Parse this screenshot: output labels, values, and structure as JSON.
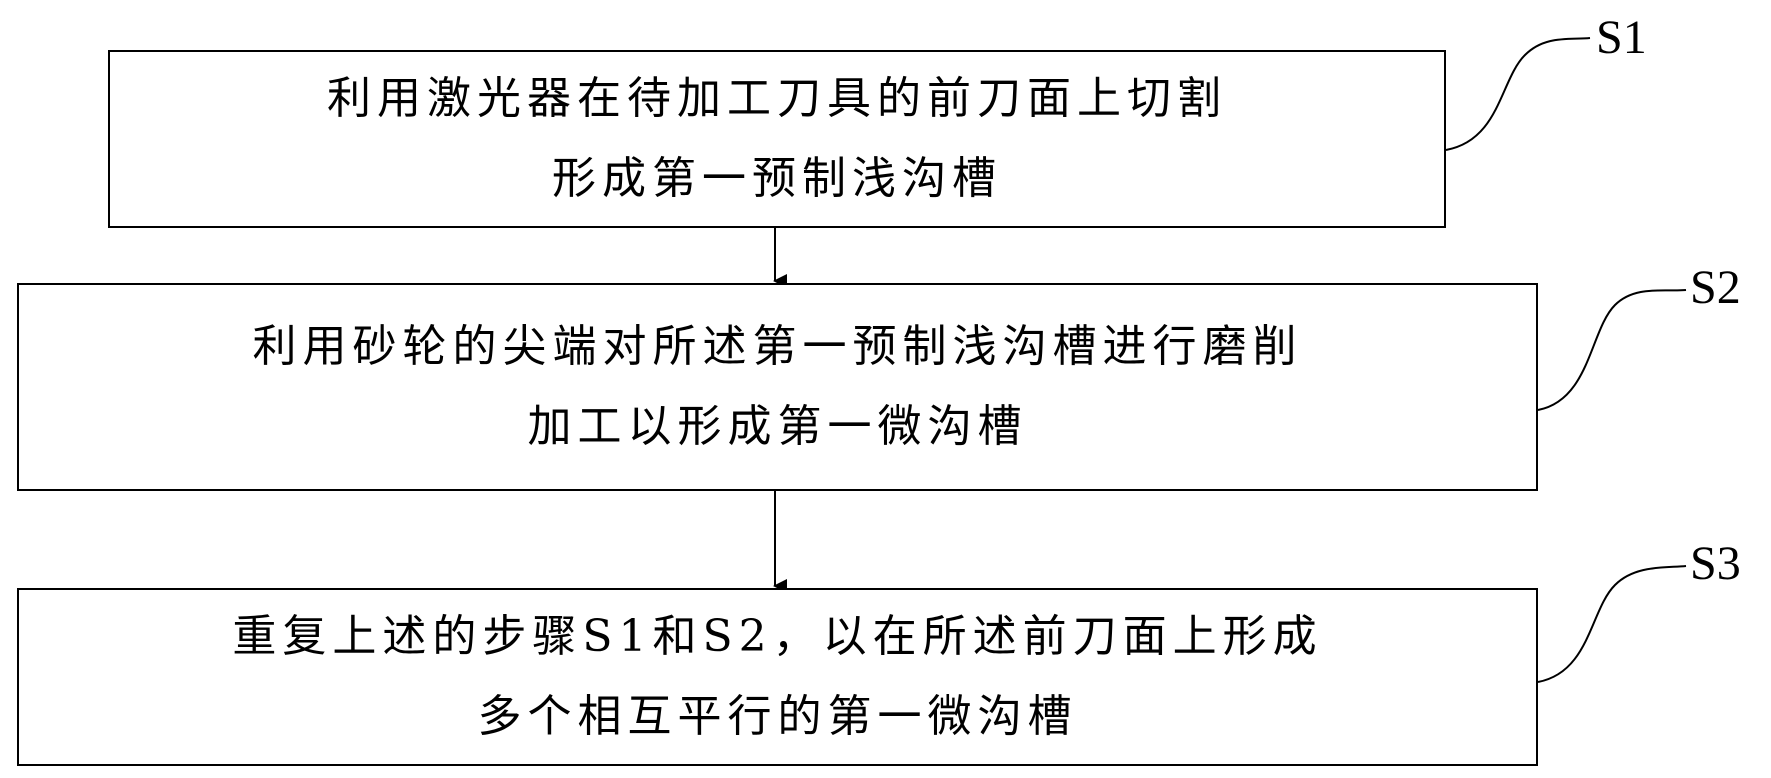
{
  "steps": [
    {
      "id": "S1",
      "label": "S1",
      "line1": "利用激光器在待加工刀具的前刀面上切割",
      "line2": "形成第一预制浅沟槽"
    },
    {
      "id": "S2",
      "label": "S2",
      "line1": "利用砂轮的尖端对所述第一预制浅沟槽进行磨削",
      "line2": "加工以形成第一微沟槽"
    },
    {
      "id": "S3",
      "label": "S3",
      "line1": "重复上述的步骤S1和S2，以在所述前刀面上形成",
      "line2": "多个相互平行的第一微沟槽"
    }
  ]
}
